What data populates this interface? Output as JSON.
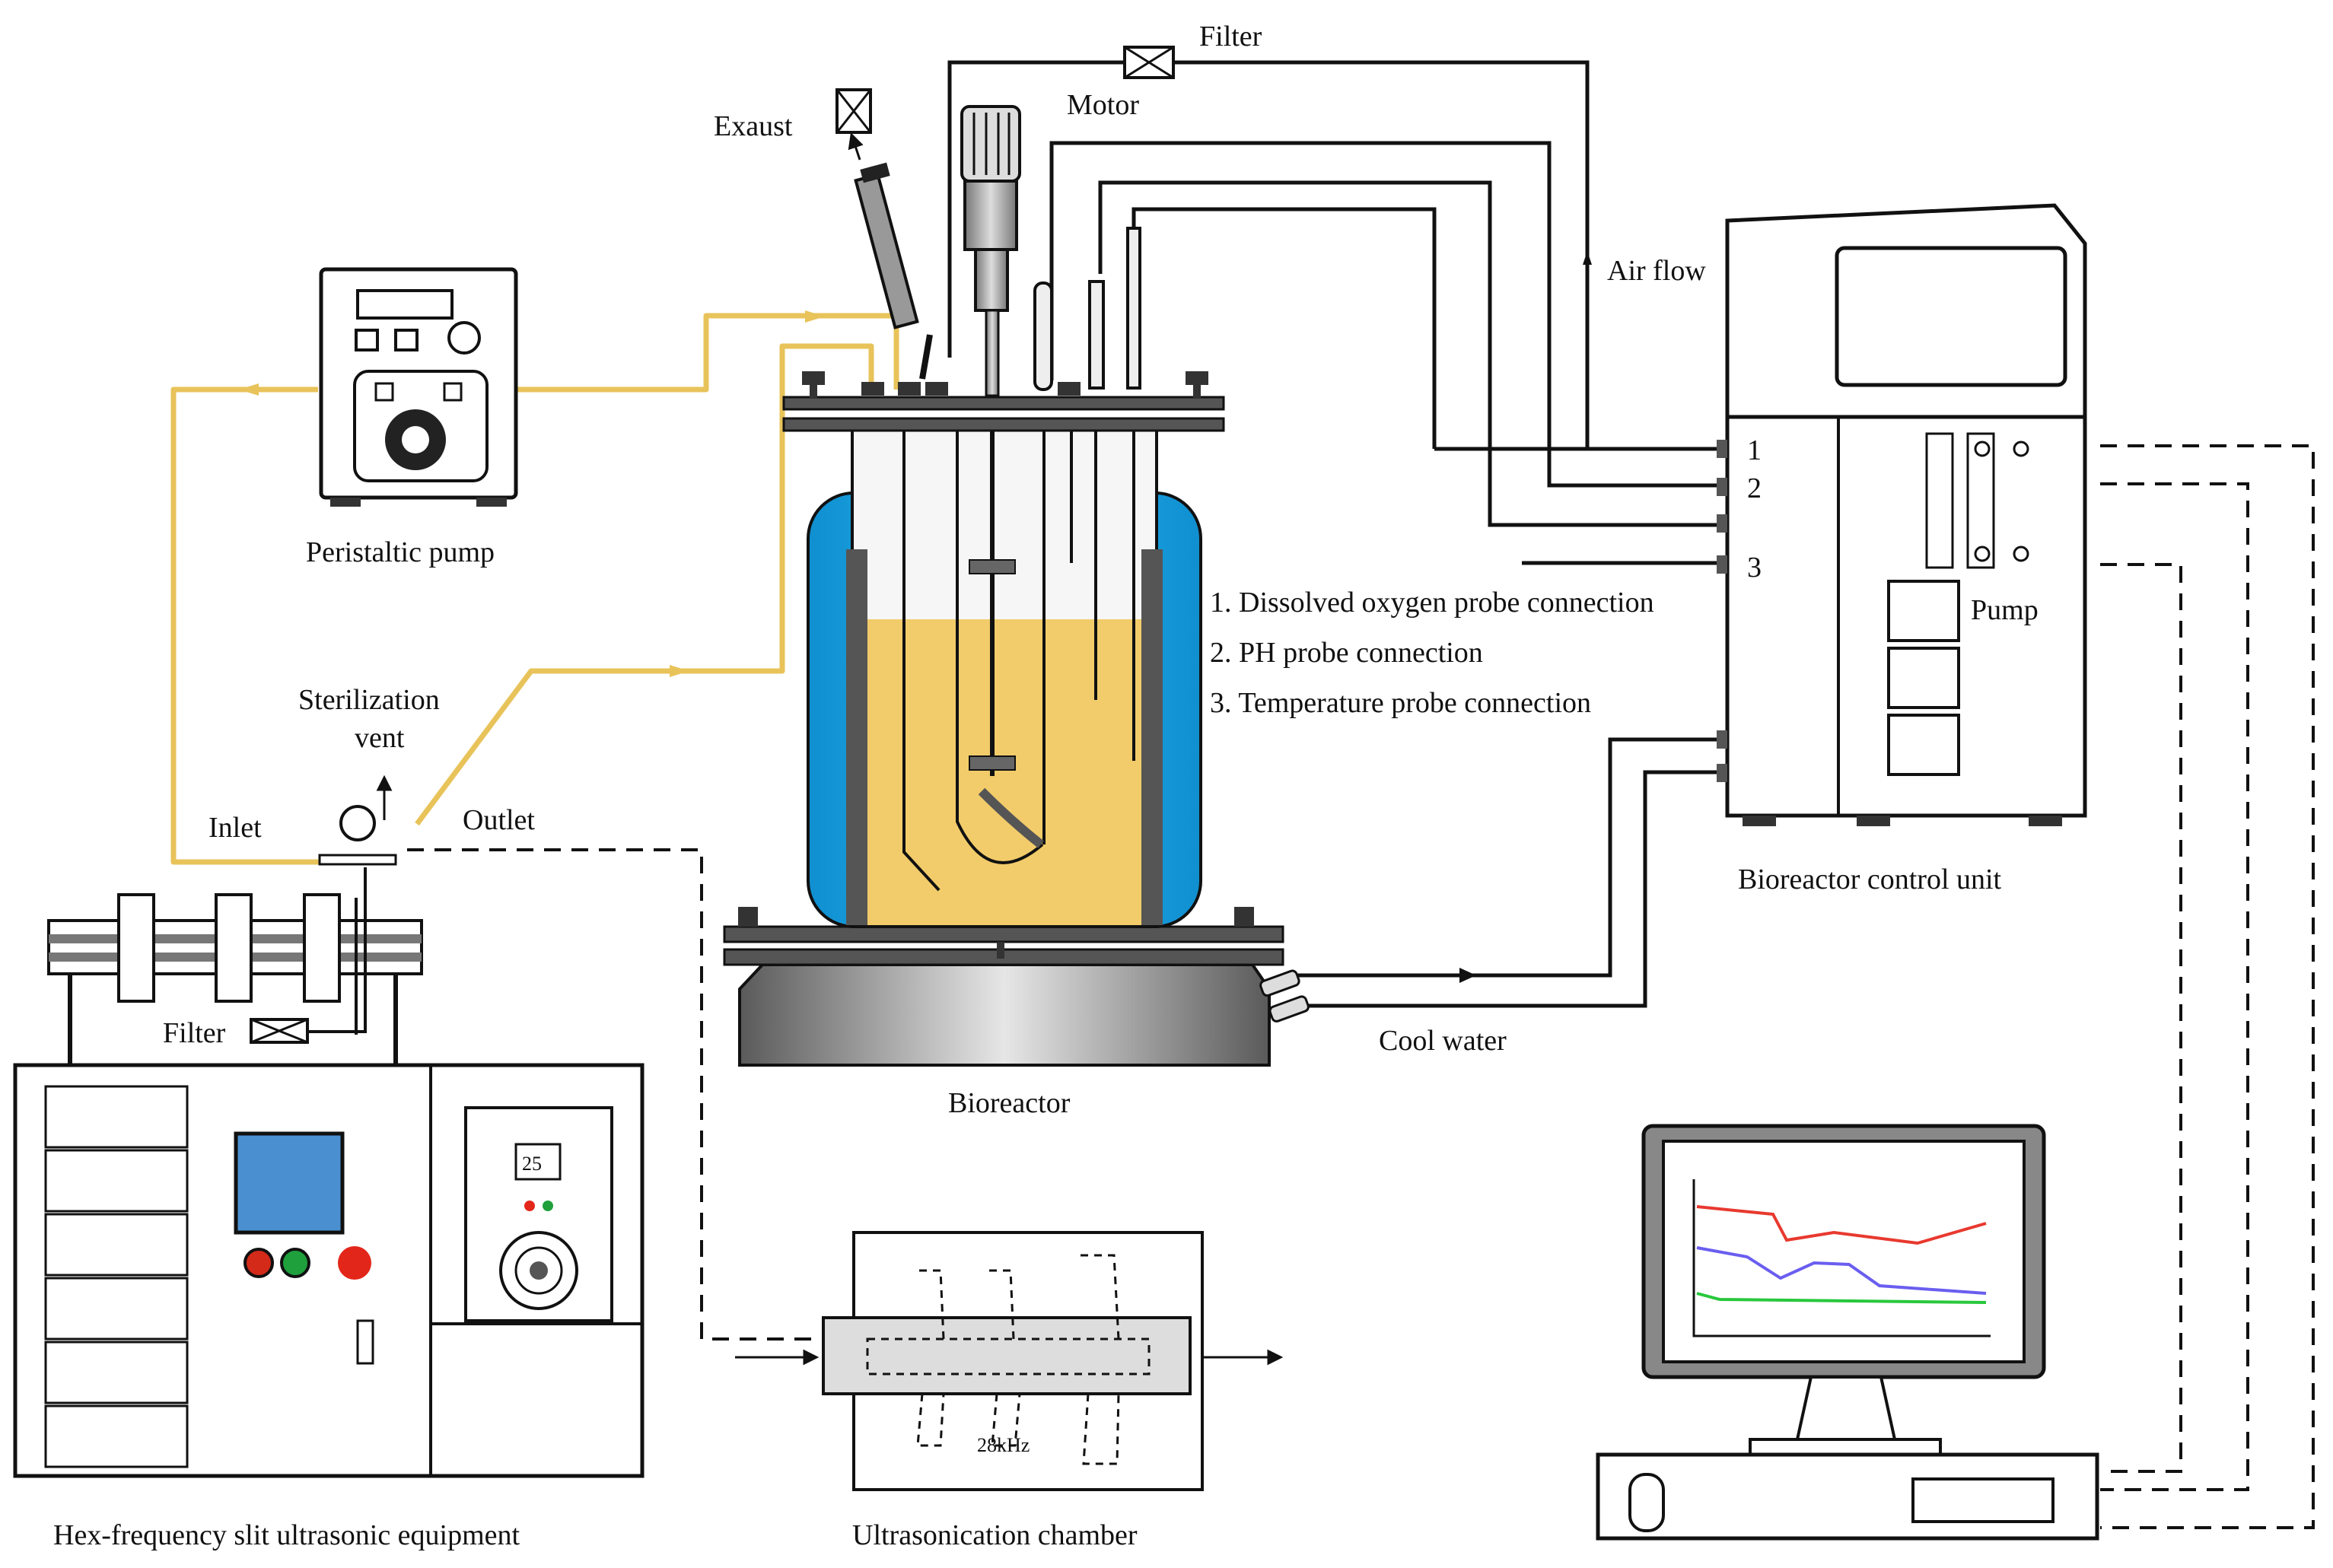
{
  "labels": {
    "filter_top": "Filter",
    "motor": "Motor",
    "exhaust": "Exaust",
    "air_flow": "Air flow",
    "peristaltic_pump": "Peristaltic pump",
    "sterilization_vent": "Sterilization",
    "sterilization_vent_2": "vent",
    "inlet": "Inlet",
    "outlet": "Outlet",
    "filter_bottom": "Filter",
    "bioreactor": "Bioreactor",
    "cool_water": "Cool water",
    "control_unit": "Bioreactor control unit",
    "pump": "Pump",
    "hex_equipment": "Hex-frequency slit ultrasonic equipment",
    "ultrasonication_chamber": "Ultrasonication chamber",
    "frequency": "28kHz",
    "display_value": "25"
  },
  "probe_legend": [
    "1. Dissolved oxygen probe connection",
    "2. PH probe connection",
    "3. Temperature probe connection"
  ],
  "port_numbers": [
    "1",
    "2",
    "3"
  ],
  "colors": {
    "fluid_line": "#e8c35a",
    "medium": "#f2cc6a",
    "jacket": "#1aa7e6",
    "line_red": "#e8392f",
    "line_blue": "#6a5ef0",
    "line_green": "#28c83c"
  }
}
